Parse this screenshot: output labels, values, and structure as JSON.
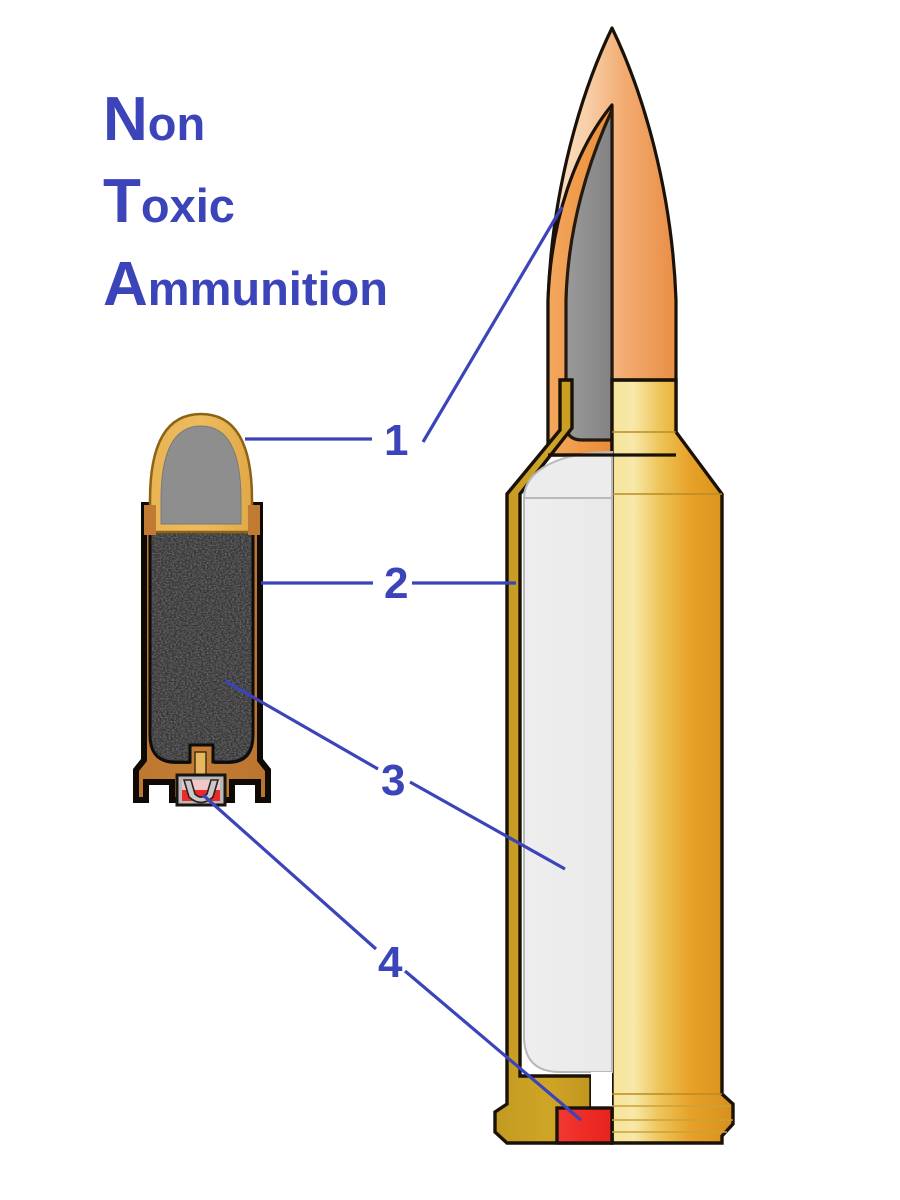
{
  "title": {
    "lines": [
      {
        "cap": "N",
        "rest": "on"
      },
      {
        "cap": "T",
        "rest": "oxic"
      },
      {
        "cap": "A",
        "rest": "mmunition"
      }
    ],
    "full_text": "Non Toxic Ammunition",
    "color": "#3b44b8"
  },
  "callouts": [
    {
      "number": "1",
      "refers_to": "bullet-projectile"
    },
    {
      "number": "2",
      "refers_to": "cartridge-case"
    },
    {
      "number": "3",
      "refers_to": "propellant-powder"
    },
    {
      "number": "4",
      "refers_to": "primer"
    }
  ],
  "figures": {
    "pistol_cartridge": {
      "name": "pistol-cartridge-cutaway",
      "parts": [
        "bullet-core-gray",
        "bullet-jacket-gold",
        "case-brass-brown",
        "propellant-granular-black",
        "flash-hole",
        "primer-cup",
        "primer-compound-red",
        "primer-anvil"
      ]
    },
    "rifle_cartridge": {
      "name": "rifle-cartridge-cutaway",
      "parts": [
        "bullet-jacket-copper",
        "bullet-core-gray",
        "case-neck",
        "case-shoulder",
        "case-body-brass",
        "propellant-light",
        "extractor-groove",
        "case-rim",
        "primer-red"
      ]
    }
  },
  "colors": {
    "accent_blue": "#3b44b8",
    "brass_light": "#f4da86",
    "brass_mid": "#e8a63a",
    "brass_dark": "#c99a22",
    "brass_case_brown": "#c07a32",
    "copper_jacket": "#f09a4a",
    "copper_tip": "#f6c9a2",
    "bullet_core_gray": "#8e8e8e",
    "powder_black": "#2b2b2b",
    "powder_light": "#ececec",
    "primer_red": "#ee2a26",
    "outline": "#1a1208",
    "background": "#ffffff"
  }
}
